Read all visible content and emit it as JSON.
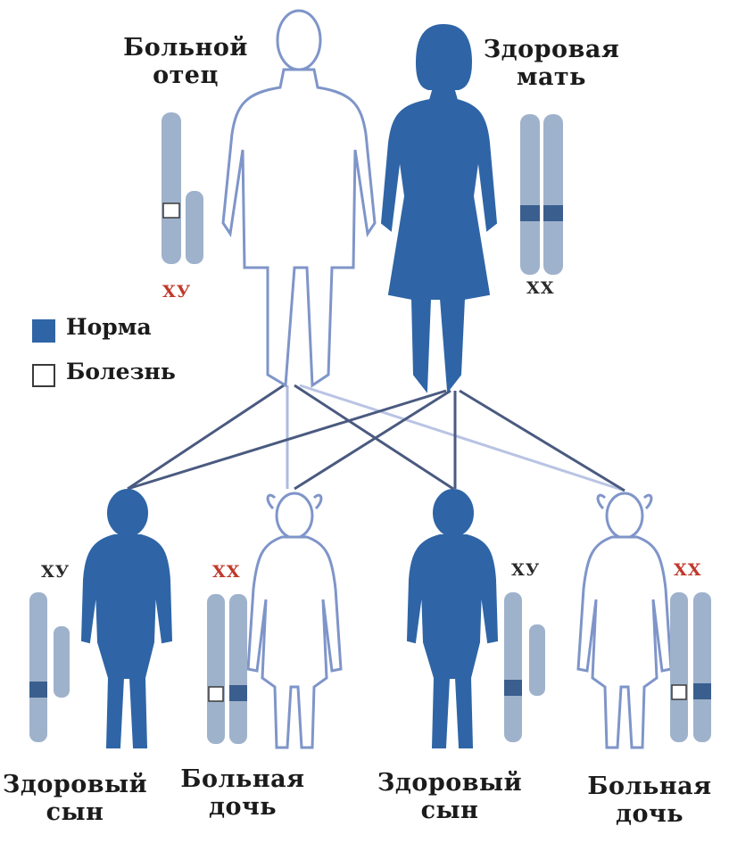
{
  "parents": {
    "father": {
      "label_line1": "Больной",
      "label_line2": "отец",
      "genotype_x": "X",
      "genotype_y": "У"
    },
    "mother": {
      "label_line1": "Здоровая",
      "label_line2": "мать",
      "genotype": "XX"
    }
  },
  "legend": {
    "normal": "Норма",
    "disease": "Болезнь",
    "normal_color": "#2f65a6",
    "disease_color": "#ffffff"
  },
  "children": [
    {
      "label_line1": "Здоровый",
      "label_line2": "сын",
      "genotype": "XУ"
    },
    {
      "label_line1": "Больная",
      "label_line2": "дочь",
      "genotype": "XX"
    },
    {
      "label_line1": "Здоровый",
      "label_line2": "сын",
      "genotype": "XУ"
    },
    {
      "label_line1": "Больная",
      "label_line2": "дочь",
      "genotype": "XX"
    }
  ],
  "colors": {
    "figure_fill": "#2f65a6",
    "figure_outline": "#7f95c9",
    "chromosome": "#9fb2cc",
    "band_dark": "#3a5f8e",
    "line": "#4a5a80"
  }
}
